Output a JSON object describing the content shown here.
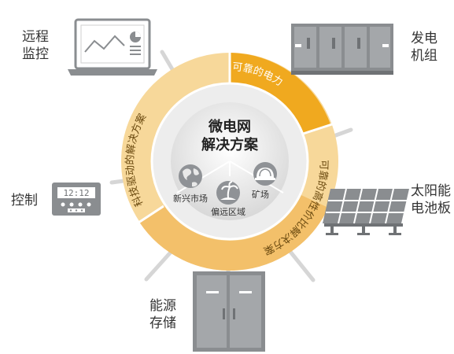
{
  "center": {
    "title_line1": "微电网",
    "title_line2": "解决方案"
  },
  "ring_arcs": {
    "reliable_power": "可靠的电力",
    "cost_effective": "可靠的高性价比解决方案",
    "tech_driven": "科技驱动的解决方案"
  },
  "inner_markets": {
    "emerging": "新兴市场",
    "mining": "矿场",
    "remote": "偏远区域"
  },
  "outer_items": {
    "remote_monitoring": "远程\n监控",
    "generator_set": "发电\n机组",
    "solar_panel": "太阳能\n电池板",
    "energy_storage": "能源\n存储",
    "control": "控制"
  },
  "display_time": "12:12",
  "colors": {
    "ring_light": "#f7d89a",
    "ring_orange": "#f0a91f",
    "ring_mid": "#f3c06a",
    "inner_gray": "#dcdcdc",
    "device_gray": "#8a8d90",
    "spoke": "#d3d3d3"
  }
}
